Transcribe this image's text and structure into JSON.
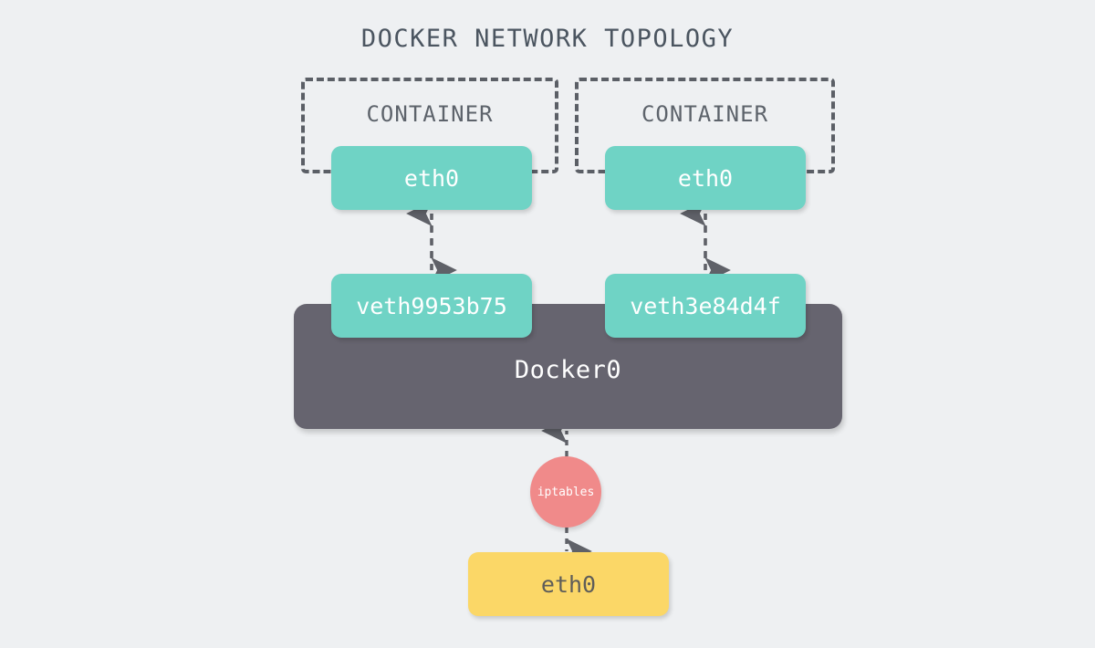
{
  "diagram": {
    "title": "DOCKER NETWORK TOPOLOGY",
    "background_color": "#eef0f2",
    "containers": [
      {
        "label": "CONTAINER",
        "interface": "eth0"
      },
      {
        "label": "CONTAINER",
        "interface": "eth0"
      }
    ],
    "veth_pairs": [
      {
        "label": "veth9953b75"
      },
      {
        "label": "veth3e84d4f"
      }
    ],
    "bridge": {
      "label": "Docker0",
      "color": "#66646f"
    },
    "firewall": {
      "label": "iptables",
      "color": "#f08a8a"
    },
    "host_interface": {
      "label": "eth0",
      "color": "#fbd767"
    },
    "colors": {
      "interface_node": "#6fd3c5",
      "bridge": "#66646f",
      "firewall": "#f08a8a",
      "host_nic": "#fbd767",
      "text_dark": "#4b5560",
      "dashed_border": "#5b5f66",
      "connector": "#5f6168"
    }
  }
}
